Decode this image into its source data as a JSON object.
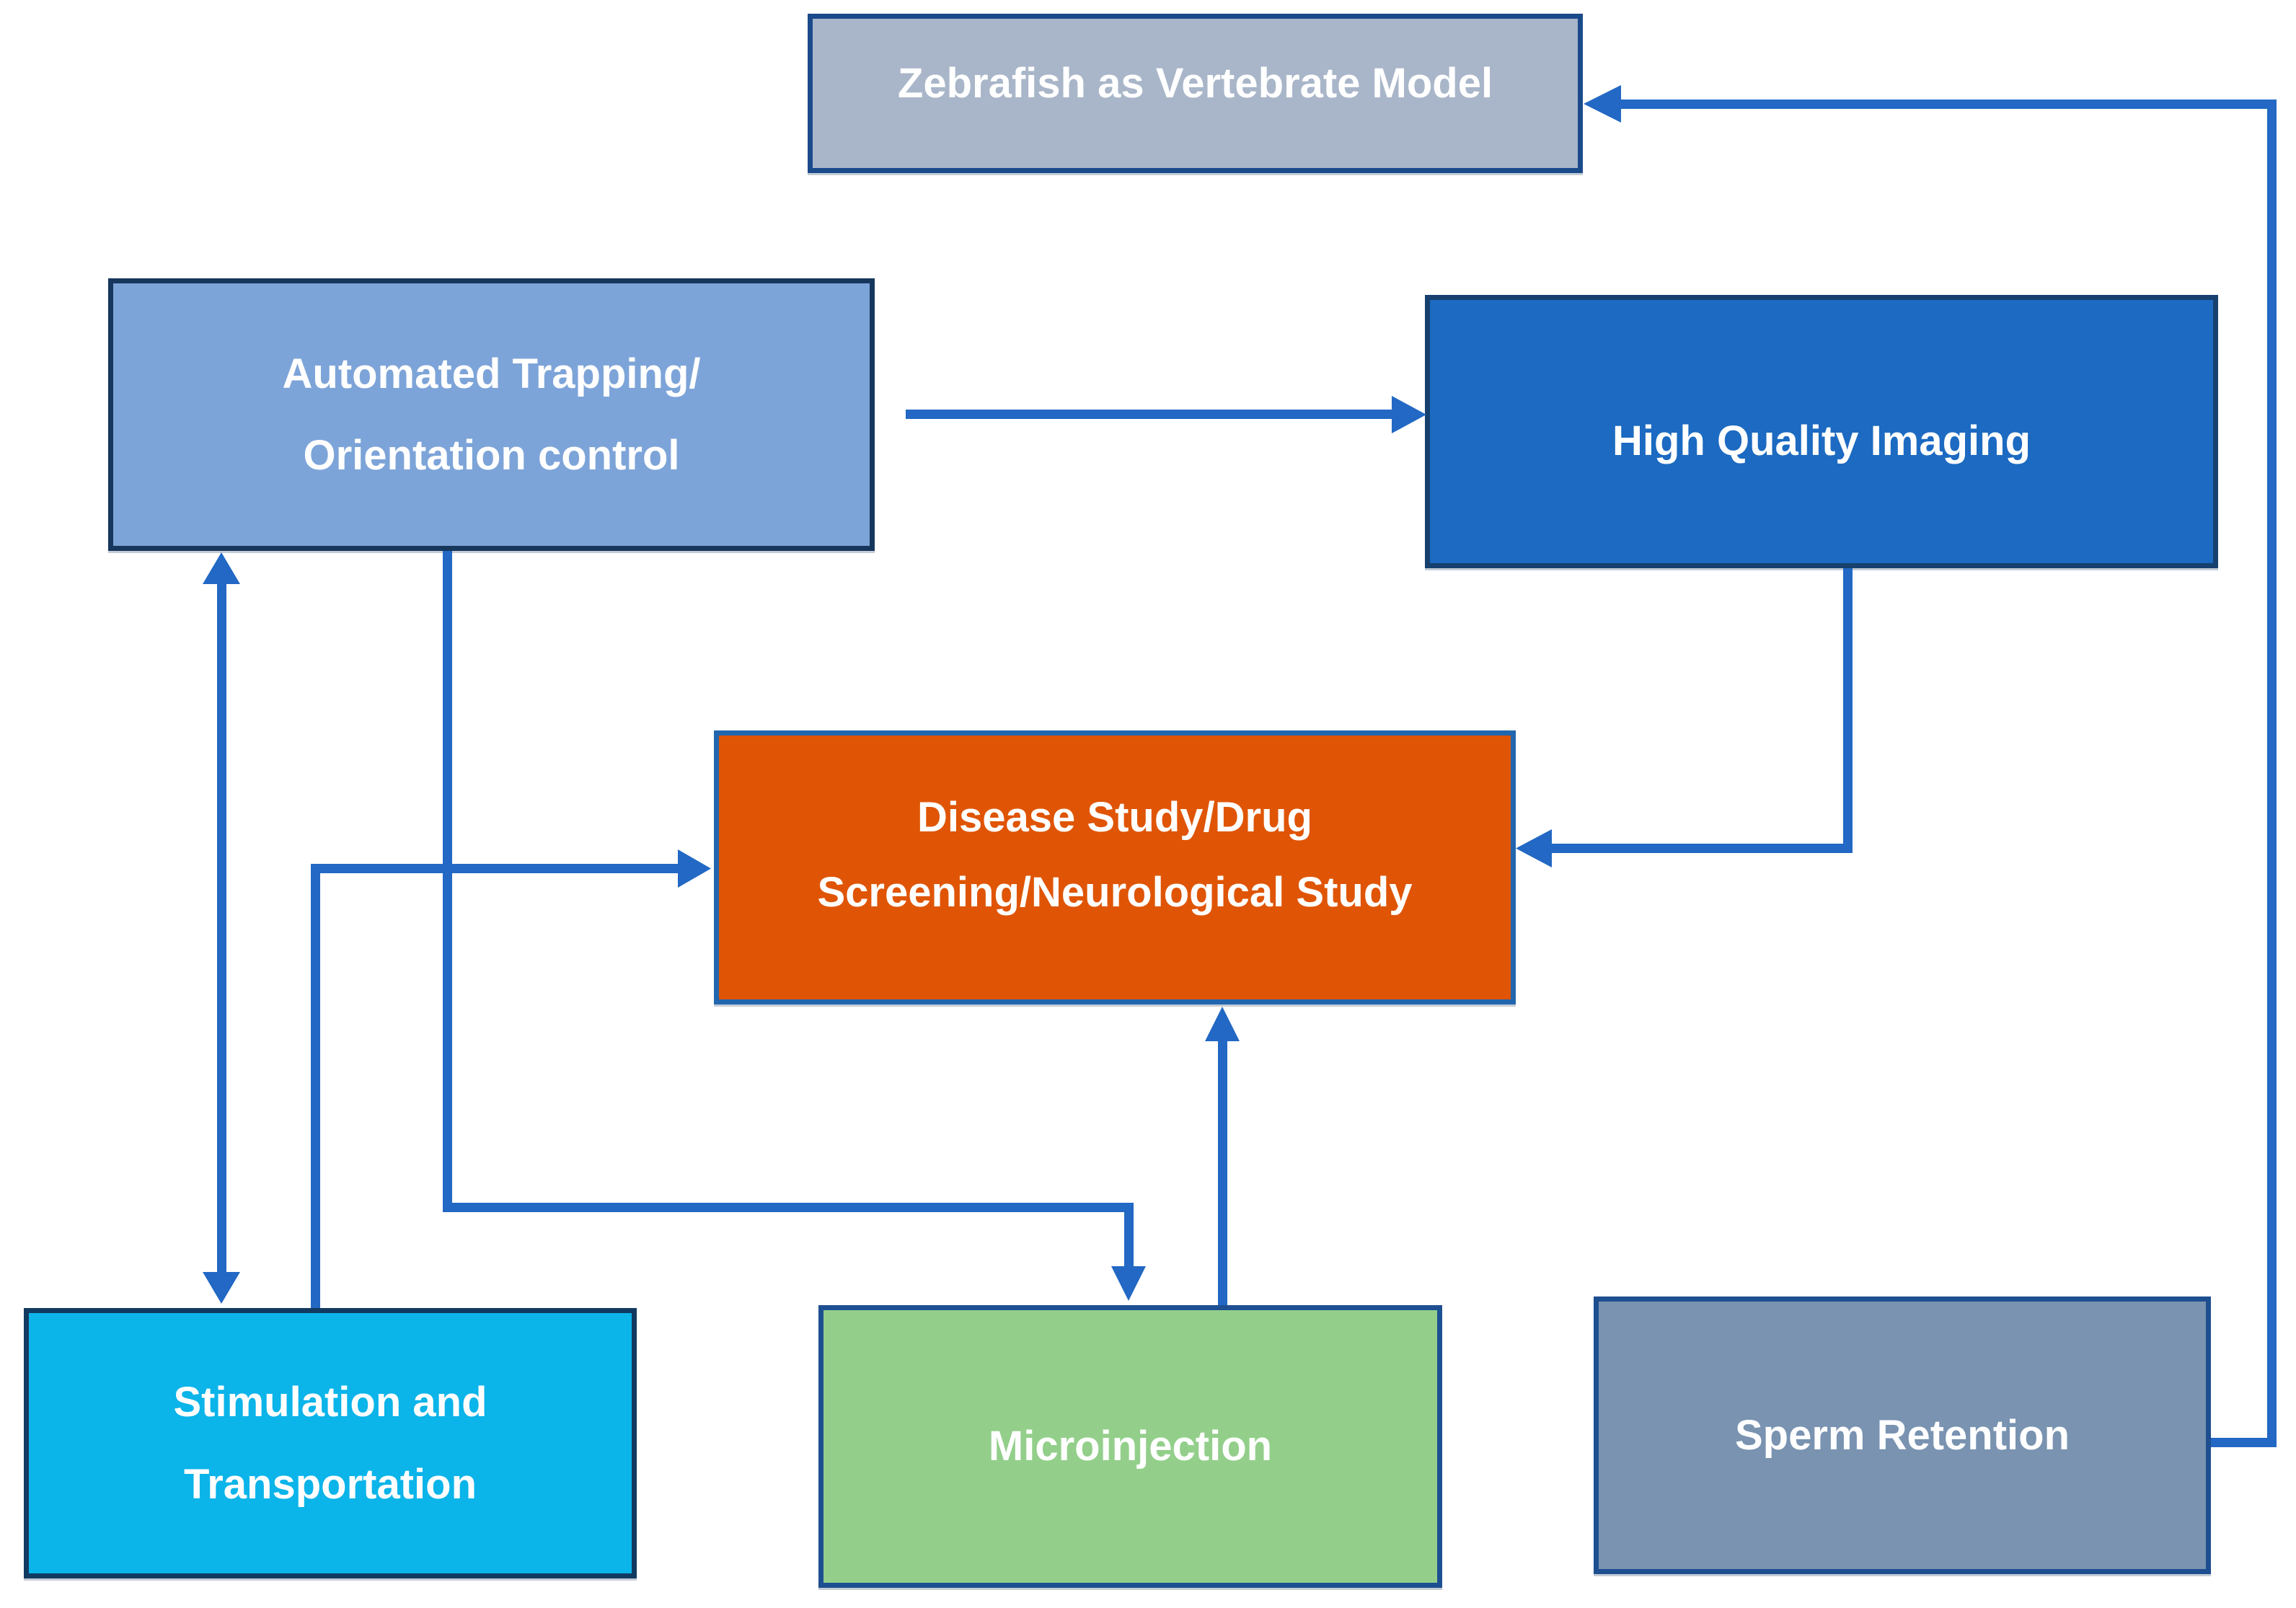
{
  "diagram": {
    "background": "#ffffff",
    "edge_color": "#2268c4",
    "nodes": {
      "zebrafish": {
        "lines": [
          "Zebrafish as Vertebrate Model"
        ],
        "fill": "#a9b6c9",
        "border": "#1b4a8a",
        "text": "#ffffff"
      },
      "trapping": {
        "lines": [
          "Automated Trapping/",
          "Orientation control"
        ],
        "fill": "#7da4d8",
        "border": "#16365c",
        "text": "#ffffff"
      },
      "imaging": {
        "lines": [
          "High Quality Imaging"
        ],
        "fill": "#1c6ac1",
        "border": "#17406e",
        "text": "#ffffff"
      },
      "disease": {
        "lines": [
          "Disease Study/Drug",
          "Screening/Neurological Study"
        ],
        "fill": "#df5505",
        "border": "#2166ae",
        "text": "#ffffff"
      },
      "stimulation": {
        "lines": [
          "Stimulation and",
          "Transportation"
        ],
        "fill": "#0bb4e9",
        "border": "#123a61",
        "text": "#ffffff"
      },
      "microinjection": {
        "lines": [
          "Microinjection"
        ],
        "fill": "#93cf8b",
        "border": "#1d4f91",
        "text": "#ffffff"
      },
      "sperm": {
        "lines": [
          "Sperm Retention"
        ],
        "fill": "#7993b1",
        "border": "#1d4e90",
        "text": "#ffffff"
      }
    },
    "edges": [
      {
        "from": "trapping",
        "to": "imaging",
        "direction": "one-way"
      },
      {
        "from": "imaging",
        "to": "disease",
        "direction": "one-way"
      },
      {
        "from": "sperm",
        "to": "zebrafish",
        "direction": "one-way"
      },
      {
        "from": "trapping",
        "to": "stimulation",
        "direction": "two-way"
      },
      {
        "from": "stimulation",
        "to": "disease",
        "direction": "one-way"
      },
      {
        "from": "trapping",
        "to": "microinjection",
        "direction": "one-way"
      },
      {
        "from": "microinjection",
        "to": "disease",
        "direction": "one-way"
      }
    ]
  }
}
